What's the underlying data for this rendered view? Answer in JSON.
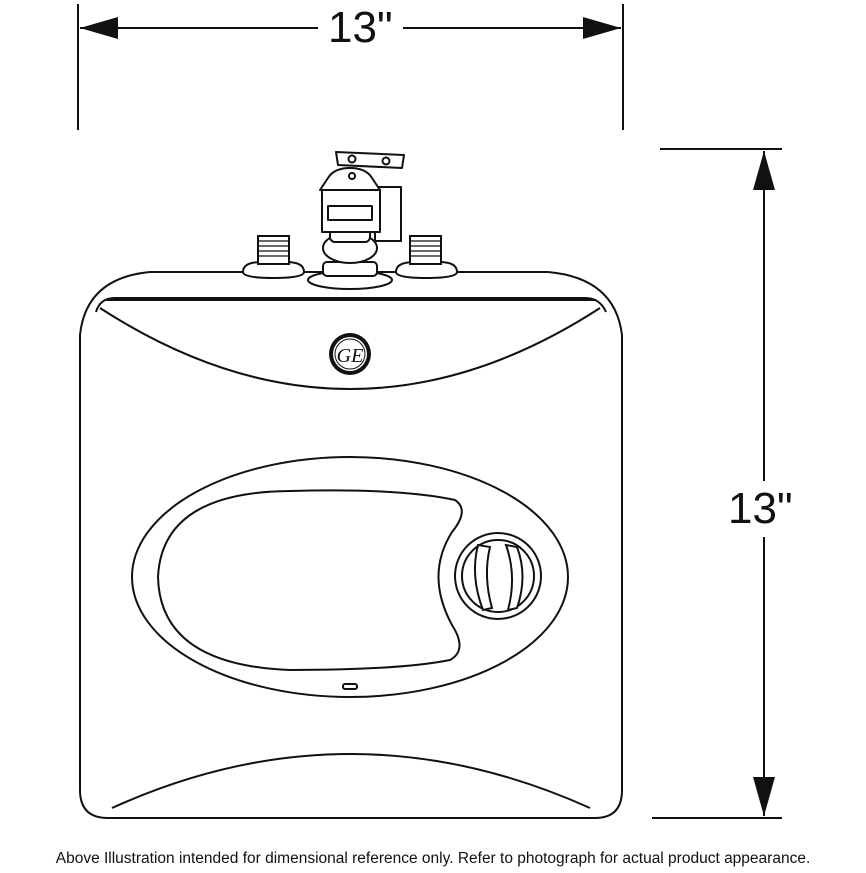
{
  "dimensions": {
    "width_label": "13\"",
    "height_label": "13\""
  },
  "logo": {
    "text": "GE"
  },
  "caption": "Above Illustration intended for dimensional reference only. Refer to photograph for actual product appearance.",
  "colors": {
    "line": "#111111",
    "background": "#ffffff"
  }
}
